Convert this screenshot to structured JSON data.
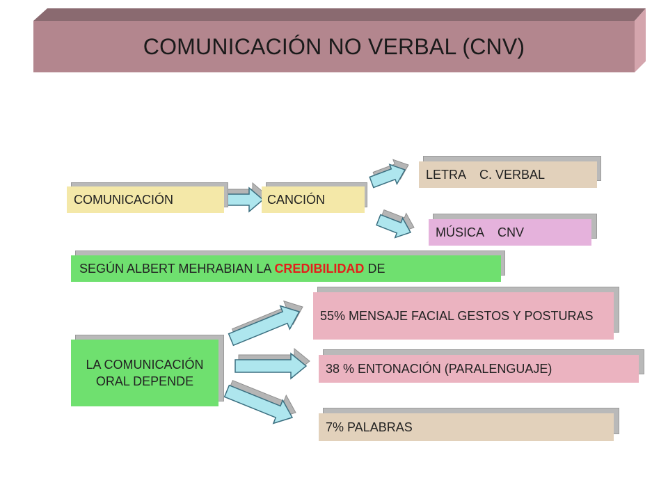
{
  "title": "COMUNICACIÓN NO VERBAL (CNV)",
  "colors": {
    "title_front": "#b3868e",
    "title_top": "#8a6a70",
    "title_side": "#d4a5ad",
    "yellow": "#f4e8a8",
    "tan": "#e2d1bb",
    "lilac": "#e5b2dc",
    "green": "#6fe06f",
    "pink": "#ebb3c0",
    "arrow_fill": "#aee6ee",
    "arrow_stroke": "#3b6f80"
  },
  "boxes": {
    "comunicacion": "COMUNICACIÓN",
    "cancion": "CANCIÓN",
    "letra": "LETRA    C. VERBAL",
    "musica": "MÚSICA    CNV",
    "mehrabian_pre": "SEGÚN ALBERT MEHRABIAN LA ",
    "mehrabian_highlight": "CREDIBILIDAD",
    "mehrabian_post": " DE",
    "oral": "LA COMUNICACIÓN ORAL DEPENDE",
    "facial": "55% MENSAJE FACIAL GESTOS Y POSTURAS",
    "entonacion": "38 % ENTONACIÓN (PARALENGUAJE)",
    "palabras": "7% PALABRAS"
  }
}
